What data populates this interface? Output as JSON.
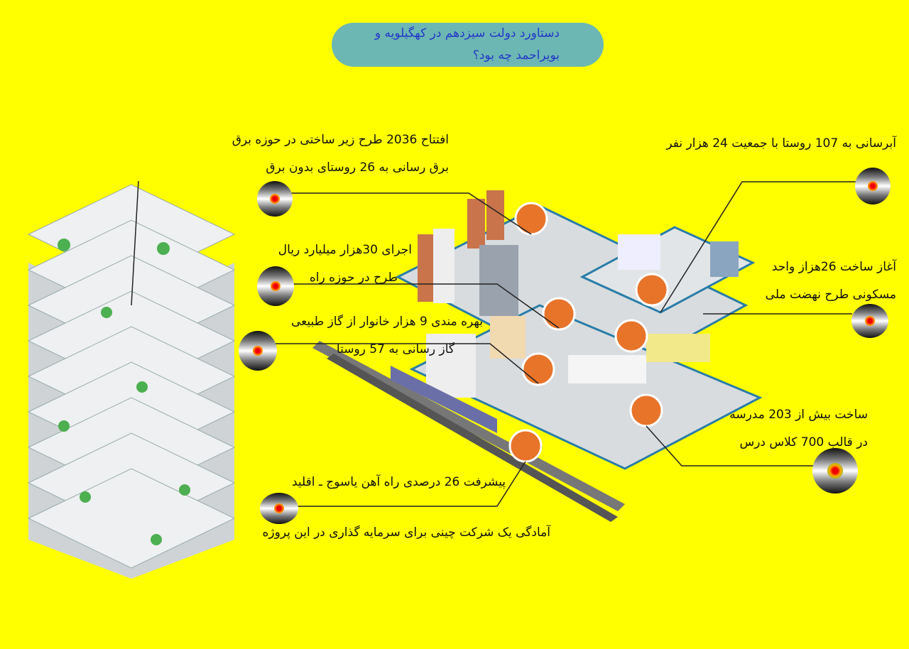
{
  "title": {
    "line1": "دستاورد دولت سیزدهم در کهگیلویه و",
    "line2": "بویراحمد چه بود؟"
  },
  "items": [
    {
      "line1": "افتتاح 2036 طرح زیر ساختی در حوزه برق",
      "line2": "برق رسانی به  26 روستای بدون برق"
    },
    {
      "line1": "اجرای 30هزار میلیارد ریال",
      "line2": "طرح در حوزه راه"
    },
    {
      "line1": "بهره مندی 9 هزار خانوار از گاز طبیعی",
      "line2": "گاز رسانی به 57 روستا"
    },
    {
      "line1": "پیشرفت 26 درصدی راه آهن یاسوج ـ اقلید",
      "line2": "آمادگی یک شرکت چینی برای سرمایه گذاری در این پروژه"
    },
    {
      "line1": "آبرسانی به 107 روستا با جمعیت 24 هزار نفر"
    },
    {
      "line1": "آغاز ساخت 26هزاز واحد",
      "line2": "مسکونی طرح نهضت ملی"
    },
    {
      "line1": "ساخت بیش از 203 مدرسه",
      "line2": "در قالب 700 کلاس درس"
    }
  ],
  "colors": {
    "background": "#ffff00",
    "title_bg": "#6cb7b3",
    "title_text": "#2437c8",
    "pin": "#e8742a"
  }
}
